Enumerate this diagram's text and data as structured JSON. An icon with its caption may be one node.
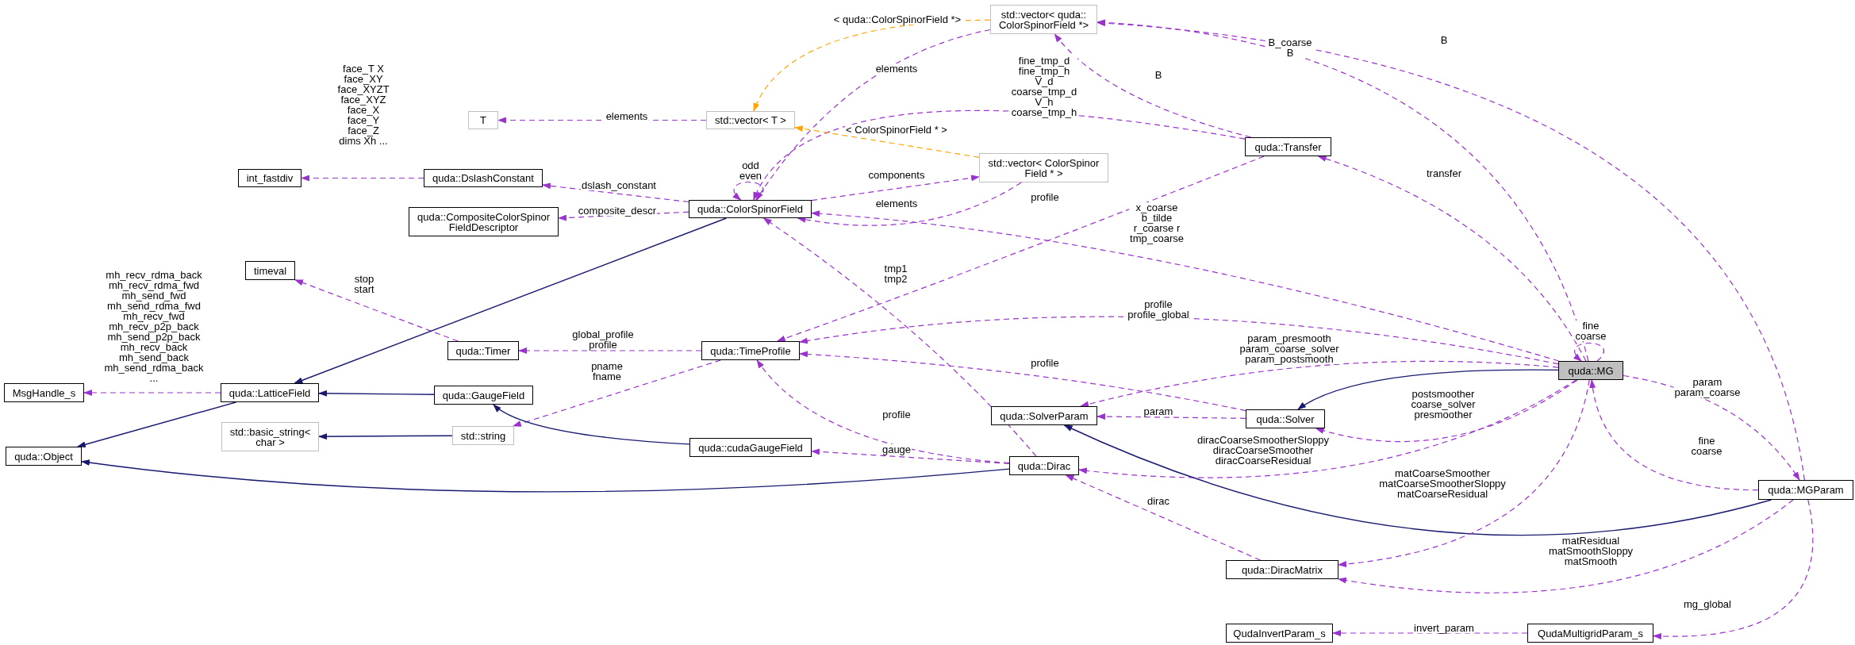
{
  "diagram": {
    "nodes": [
      {
        "text": [
          "quda::MG"
        ]
      },
      {
        "text": [
          "std::vector< quda:: ColorSpinorField *>"
        ]
      },
      {
        "text": [
          "T"
        ]
      },
      {
        "text": [
          "std::vector< T >"
        ]
      },
      {
        "text": [
          "int_fastdiv"
        ]
      },
      {
        "text": [
          "quda::DslashConstant"
        ]
      },
      {
        "text": [
          "quda::CompositeColorSpinor FieldDescriptor"
        ]
      },
      {
        "text": [
          "quda::ColorSpinorField"
        ]
      },
      {
        "text": [
          "std::vector< ColorSpinor Field * >"
        ]
      },
      {
        "text": [
          "quda::Transfer"
        ]
      },
      {
        "text": [
          "timeval"
        ]
      },
      {
        "text": [
          "MsgHandle_s"
        ]
      },
      {
        "text": [
          "quda::LatticeField"
        ]
      },
      {
        "text": [
          "quda::Object"
        ]
      },
      {
        "text": [
          "quda::Timer"
        ]
      },
      {
        "text": [
          "quda::GaugeField"
        ]
      },
      {
        "text": [
          "std::basic_string< char >"
        ]
      },
      {
        "text": [
          "std::string"
        ]
      },
      {
        "text": [
          "quda::TimeProfile"
        ]
      },
      {
        "text": [
          "quda::SolverParam"
        ]
      },
      {
        "text": [
          "quda::Solver"
        ]
      },
      {
        "text": [
          "quda::cudaGaugeField"
        ]
      },
      {
        "text": [
          "quda::Dirac"
        ]
      },
      {
        "text": [
          "quda::MGParam"
        ]
      },
      {
        "text": [
          "quda::DiracMatrix"
        ]
      },
      {
        "text": [
          "QudaInvertParam_s"
        ]
      },
      {
        "text": [
          "QudaMultigridParam_s"
        ]
      }
    ],
    "edges": [
      {
        "from": 0,
        "to": 1,
        "arrow": "to",
        "label": "B_coarse B",
        "style": "dashed"
      },
      {
        "from": 23,
        "to": 1,
        "arrow": "to",
        "label": "B",
        "style": "dashed"
      },
      {
        "from": 9,
        "to": 1,
        "arrow": "to",
        "label": "B",
        "style": "dashed"
      },
      {
        "from": 1,
        "to": 3,
        "arrow": "to",
        "label": "< quda::ColorSpinorField *>",
        "style": "dashed",
        "color": "#ffa500"
      },
      {
        "from": 1,
        "to": 7,
        "arrow": "to",
        "label": "elements",
        "style": "dashed"
      },
      {
        "from": 3,
        "to": 2,
        "arrow": "to",
        "label": "elements",
        "style": "dashed"
      },
      {
        "from": 5,
        "to": 4,
        "arrow": "to",
        "label": "face_T X face_XY face_XYZT face_XYZ face_X face_Y face_Z dims Xh ...",
        "style": "dashed"
      },
      {
        "from": 7,
        "to": 5,
        "arrow": "to",
        "label": "dslash_constant",
        "style": "dashed"
      },
      {
        "from": 7,
        "to": 6,
        "arrow": "to",
        "label": "composite_descr",
        "style": "dashed"
      },
      {
        "from": 7,
        "to": 7,
        "arrow": "to",
        "label": "odd even",
        "style": "dashed"
      },
      {
        "from": 9,
        "to": 7,
        "arrow": "to",
        "label": "fine_tmp_d fine_tmp_h V_d coarse_tmp_d V_h coarse_tmp_h",
        "style": "dashed"
      },
      {
        "from": 8,
        "to": 3,
        "arrow": "to",
        "label": "< ColorSpinorField * >",
        "style": "dashed",
        "color": "#ffa500"
      },
      {
        "from": 7,
        "to": 8,
        "arrow": "to",
        "label": "components",
        "style": "dashed"
      },
      {
        "from": 8,
        "to": 7,
        "arrow": "to",
        "label": "elements",
        "style": "dashed"
      },
      {
        "from": 9,
        "to": 18,
        "arrow": "to",
        "label": "profile",
        "style": "dashed"
      },
      {
        "from": 0,
        "to": 7,
        "arrow": "to",
        "label": "x_coarse b_tilde r_coarse r tmp_coarse",
        "style": "dashed"
      },
      {
        "from": 22,
        "to": 7,
        "arrow": "to",
        "label": "tmp1 tmp2",
        "style": "dashed"
      },
      {
        "from": 0,
        "to": 18,
        "arrow": "to",
        "label": "profile profile_global",
        "style": "dashed"
      },
      {
        "from": 20,
        "to": 18,
        "arrow": "to",
        "label": "profile",
        "style": "dashed"
      },
      {
        "from": 18,
        "to": 14,
        "arrow": "to",
        "label": "global_profile profile",
        "style": "dashed"
      },
      {
        "from": 14,
        "to": 10,
        "arrow": "to",
        "label": "stop start",
        "style": "dashed"
      },
      {
        "from": 18,
        "to": 17,
        "arrow": "to",
        "label": "pname fname",
        "style": "dashed"
      },
      {
        "from": 12,
        "to": 11,
        "arrow": "to",
        "label": "mh_recv_rdma_back mh_recv_rdma_fwd mh_send_fwd mh_send_rdma_fwd mh_recv_fwd mh_recv_p2p_back mh_send_p2p_back mh_recv_back mh_send_back mh_send_rdma_back ...",
        "style": "dashed"
      },
      {
        "from": 7,
        "to": 12,
        "arrow": "to",
        "color": "#191970"
      },
      {
        "from": 15,
        "to": 12,
        "arrow": "to",
        "color": "#191970"
      },
      {
        "from": 12,
        "to": 13,
        "arrow": "to",
        "color": "#191970"
      },
      {
        "from": 22,
        "to": 13,
        "arrow": "to",
        "color": "#191970"
      },
      {
        "from": 17,
        "to": 16,
        "arrow": "to",
        "color": "#191970"
      },
      {
        "from": 21,
        "to": 15,
        "arrow": "to",
        "color": "#191970"
      },
      {
        "from": 22,
        "to": 18,
        "arrow": "to",
        "label": "profile",
        "style": "dashed"
      },
      {
        "from": 22,
        "to": 21,
        "arrow": "to",
        "label": "gauge",
        "style": "dashed"
      },
      {
        "from": 0,
        "to": 19,
        "arrow": "to",
        "label": "param_presmooth param_coarse_solver param_postsmooth",
        "style": "dashed"
      },
      {
        "from": 20,
        "to": 19,
        "arrow": "to",
        "label": "param",
        "style": "dashed"
      },
      {
        "from": 0,
        "to": 20,
        "arrow": "to",
        "color": "#191970"
      },
      {
        "from": 0,
        "to": 20,
        "arrow": "to",
        "label": "postsmoother coarse_solver presmoother",
        "style": "dashed"
      },
      {
        "from": 0,
        "to": 22,
        "arrow": "to",
        "label": "diracCoarseSmootherSloppy diracCoarseSmoother diracCoarseResidual",
        "style": "dashed"
      },
      {
        "from": 23,
        "to": 19,
        "arrow": "to",
        "color": "#191970"
      },
      {
        "from": 24,
        "to": 22,
        "arrow": "to",
        "label": "dirac",
        "style": "dashed"
      },
      {
        "from": 0,
        "to": 24,
        "arrow": "to",
        "label": "matCoarseSmoother matCoarseSmootherSloppy matCoarseResidual",
        "style": "dashed"
      },
      {
        "from": 23,
        "to": 24,
        "arrow": "to",
        "label": "matResidual matSmoothSloppy matSmooth",
        "style": "dashed"
      },
      {
        "from": 0,
        "to": 0,
        "arrow": "to",
        "label": "fine coarse",
        "style": "dashed"
      },
      {
        "from": 0,
        "to": 9,
        "arrow": "to",
        "label": "transfer",
        "style": "dashed"
      },
      {
        "from": 0,
        "to": 23,
        "arrow": "to",
        "label": "param param_coarse",
        "style": "dashed"
      },
      {
        "from": 23,
        "to": 0,
        "arrow": "to",
        "label": "fine coarse",
        "style": "dashed"
      },
      {
        "from": 23,
        "to": 26,
        "arrow": "to",
        "label": "mg_global",
        "style": "dashed"
      },
      {
        "from": 26,
        "to": 25,
        "arrow": "to",
        "label": "invert_param",
        "style": "dashed"
      }
    ]
  }
}
